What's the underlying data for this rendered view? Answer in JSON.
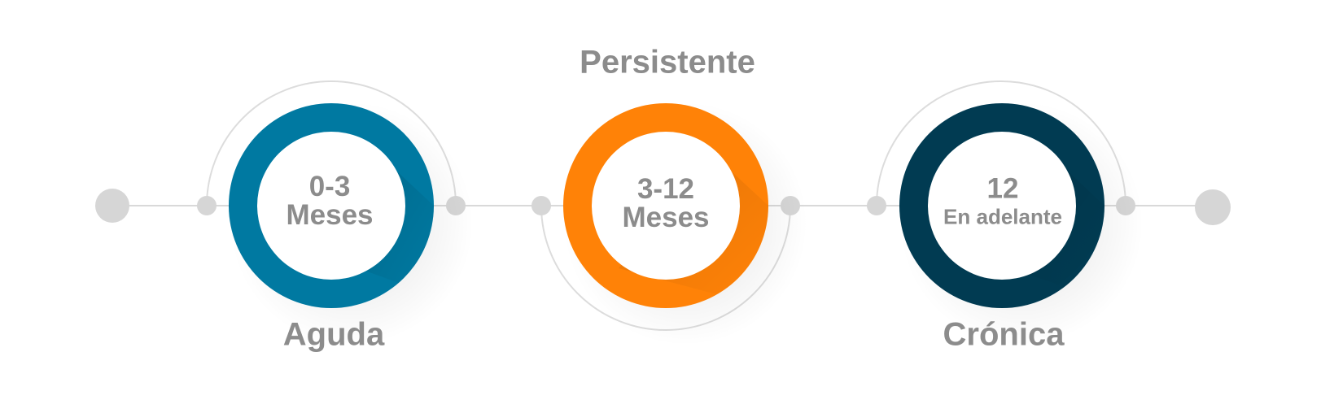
{
  "stages": [
    {
      "title": "Aguda",
      "range": "0-3",
      "unit": "Meses",
      "color": "#0079a1"
    },
    {
      "title": "Persistente",
      "range": "3-12",
      "unit": "Meses",
      "color": "#ff8207"
    },
    {
      "title": "Crónica",
      "range": "12",
      "unit": "En adelante",
      "color": "#013b52"
    }
  ],
  "colors": {
    "connector": "#d9d9d9",
    "text": "#8c8c8c",
    "arc": "#dcdcdc"
  }
}
